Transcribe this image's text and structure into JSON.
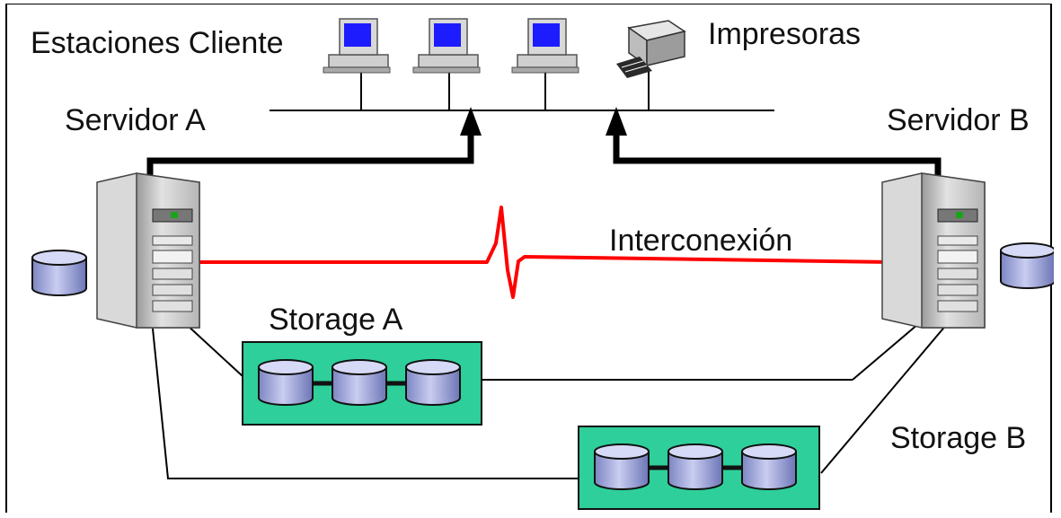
{
  "labels": {
    "clients": "Estaciones Cliente",
    "printers": "Impresoras",
    "server_a": "Servidor A",
    "server_b": "Servidor B",
    "interconnect": "Interconexión",
    "storage_a": "Storage A",
    "storage_b": "Storage B"
  },
  "colors": {
    "interconnect_line": "#ff0000",
    "storage_box": "#2ecf9a",
    "disk_body": "#9aa3d6",
    "monitor_screen": "#1c1cff",
    "server_case": "#c8c8c8",
    "network_line": "#000000"
  },
  "icons": [
    "workstation-icon",
    "printer-icon",
    "server-icon",
    "disk-icon",
    "storage-array-icon"
  ]
}
